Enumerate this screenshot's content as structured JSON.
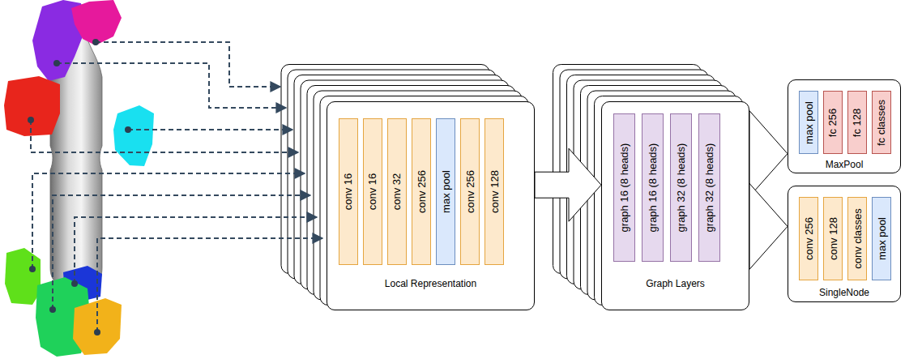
{
  "diagram": {
    "nodes": [
      {
        "text": [
          "Local Representation"
        ]
      },
      {
        "text": [
          "conv 16"
        ],
        "in": 0
      },
      {
        "text": [
          "conv 16"
        ],
        "in": 0
      },
      {
        "text": [
          "conv 32"
        ],
        "in": 0
      },
      {
        "text": [
          "conv 256"
        ],
        "in": 0
      },
      {
        "text": [
          "max pool"
        ],
        "in": 0
      },
      {
        "text": [
          "conv 256"
        ],
        "in": 0
      },
      {
        "text": [
          "conv 128"
        ],
        "in": 0
      },
      {
        "text": [
          "Graph Layers"
        ]
      },
      {
        "text": [
          "graph 16 (8 heads)"
        ],
        "in": 8
      },
      {
        "text": [
          "graph 16 (8 heads)"
        ],
        "in": 8
      },
      {
        "text": [
          "graph 32 (8 heads)"
        ],
        "in": 8
      },
      {
        "text": [
          "graph 32 (8 heads)"
        ],
        "in": 8
      },
      {
        "text": [
          "MaxPool"
        ]
      },
      {
        "text": [
          "max pool"
        ],
        "in": 13
      },
      {
        "text": [
          "fc 256"
        ],
        "in": 13
      },
      {
        "text": [
          "fc 128"
        ],
        "in": 13
      },
      {
        "text": [
          "fc classes"
        ],
        "in": 13
      },
      {
        "text": [
          "SingleNode"
        ]
      },
      {
        "text": [
          "conv 256"
        ],
        "in": 18
      },
      {
        "text": [
          "conv 128"
        ],
        "in": 18
      },
      {
        "text": [
          "conv classes"
        ],
        "in": 18
      },
      {
        "text": [
          "max pool"
        ],
        "in": 18
      }
    ],
    "edges": [
      {
        "from": 0,
        "to": 8,
        "arrow": "to"
      },
      {
        "from": 8,
        "to": 13,
        "arrow": "to"
      },
      {
        "from": 8,
        "to": 18,
        "arrow": "to"
      }
    ]
  }
}
